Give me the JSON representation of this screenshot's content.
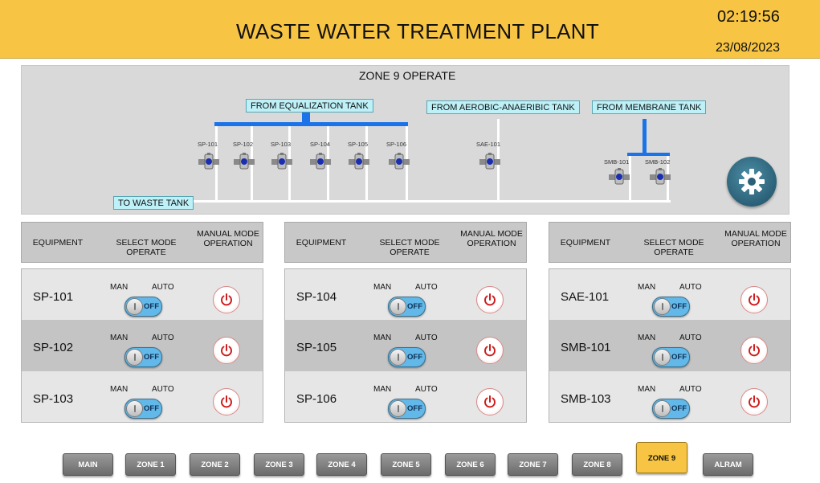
{
  "header": {
    "title": "WASTE WATER TREATMENT PLANT",
    "time": "02:19:56",
    "date": "23/08/2023"
  },
  "diagram": {
    "zone_label": "ZONE 9 OPERATE",
    "sources": [
      "FROM EQUALIZATION TANK",
      "FROM AEROBIC-ANAERIBIC TANK",
      "FROM MEMBRANE TANK"
    ],
    "waste_label": "TO WASTE TANK",
    "pumps": [
      "SP-101",
      "SP-102",
      "SP-103",
      "SP-104",
      "SP-105",
      "SP-106",
      "SAE-101",
      "SMB-101",
      "SMB-102"
    ],
    "settings_icon": "gear-icon"
  },
  "panel_headers": {
    "equipment": "EQUIPMENT",
    "select_mode": "SELECT MODE OPERATE",
    "manual_mode_1": "MANUAL MODE",
    "manual_mode_2": "OPERATION"
  },
  "toggle_labels": {
    "man": "MAN",
    "auto": "AUTO",
    "state": "OFF"
  },
  "panels": [
    {
      "rows": [
        {
          "equipment": "SP-101"
        },
        {
          "equipment": "SP-102"
        },
        {
          "equipment": "SP-103"
        }
      ]
    },
    {
      "rows": [
        {
          "equipment": "SP-104"
        },
        {
          "equipment": "SP-105"
        },
        {
          "equipment": "SP-106"
        }
      ]
    },
    {
      "rows": [
        {
          "equipment": "SAE-101"
        },
        {
          "equipment": "SMB-101"
        },
        {
          "equipment": "SMB-103"
        }
      ]
    }
  ],
  "nav": {
    "items": [
      "MAIN",
      "ZONE 1",
      "ZONE 2",
      "ZONE 3",
      "ZONE 4",
      "ZONE 5",
      "ZONE 6",
      "ZONE 7",
      "ZONE 8",
      "ZONE 9",
      "ALRAM"
    ],
    "active": "ZONE 9"
  },
  "colors": {
    "header_bg": "#f7c443",
    "pipe_blue": "#1a73e8",
    "toggle_blue": "#62b8e8",
    "tag_bg": "#bdf0f7",
    "power_red": "#d01c1c"
  }
}
